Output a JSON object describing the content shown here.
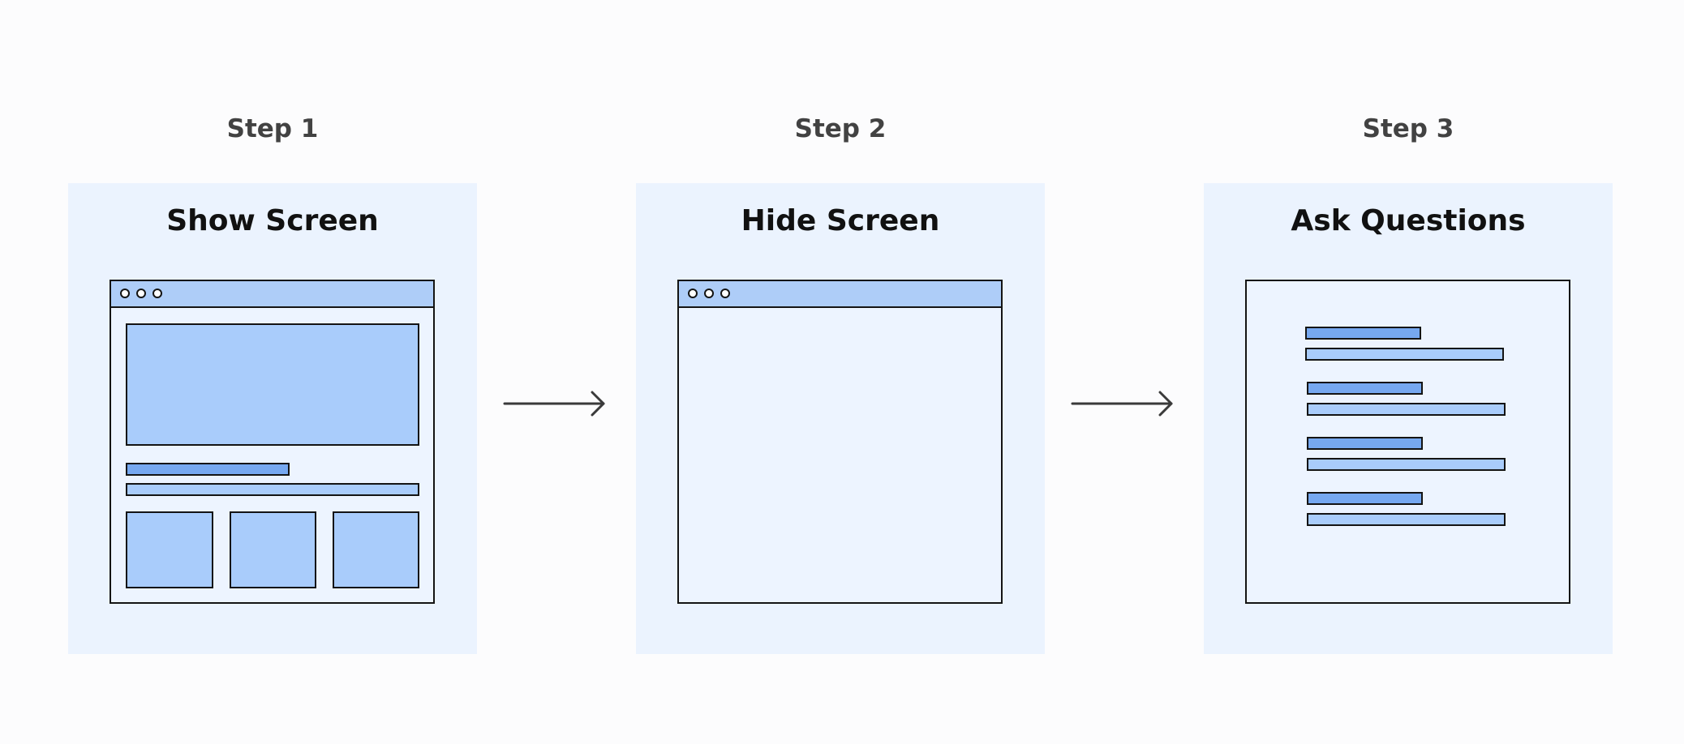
{
  "steps": [
    {
      "label": "Step 1",
      "title": "Show Screen"
    },
    {
      "label": "Step 2",
      "title": "Hide Screen"
    },
    {
      "label": "Step 3",
      "title": "Ask Questions"
    }
  ],
  "colors": {
    "background": "#fcfcfd",
    "panel": "#ebf3fe",
    "titlebar": "#aecdf8",
    "block_light": "#a9ccfb",
    "block_dark": "#76a8f0",
    "outline": "#141414",
    "arrow": "#3a3a3a"
  },
  "icons": {
    "arrow": "right-arrow-icon"
  }
}
